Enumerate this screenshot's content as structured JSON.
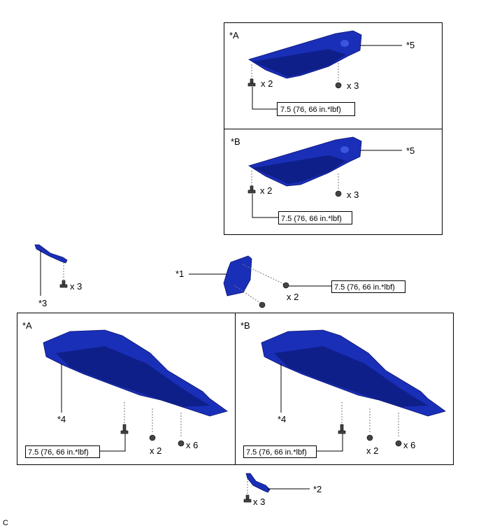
{
  "figure_code": "C",
  "torque_spec": "7.5 (76, 66 in.*lbf)",
  "top_panel": {
    "A": {
      "label": "*A",
      "part": "*5",
      "qty_left": "x 2",
      "qty_right": "x 3"
    },
    "B": {
      "label": "*B",
      "part": "*5",
      "qty_left": "x 2",
      "qty_right": "x 3"
    }
  },
  "middle": {
    "part3": {
      "label": "*3",
      "qty": "x 3"
    },
    "part1": {
      "label": "*1",
      "qty": "x 2"
    }
  },
  "bottom_panel": {
    "A": {
      "label": "*A",
      "part": "*4",
      "qty_mid": "x 2",
      "qty_right": "x 6"
    },
    "B": {
      "label": "*B",
      "part": "*4",
      "qty_mid": "x 2",
      "qty_right": "x 6"
    }
  },
  "part2": {
    "label": "*2",
    "qty": "x 3"
  },
  "colors": {
    "part_blue": "#1a2fb8"
  }
}
